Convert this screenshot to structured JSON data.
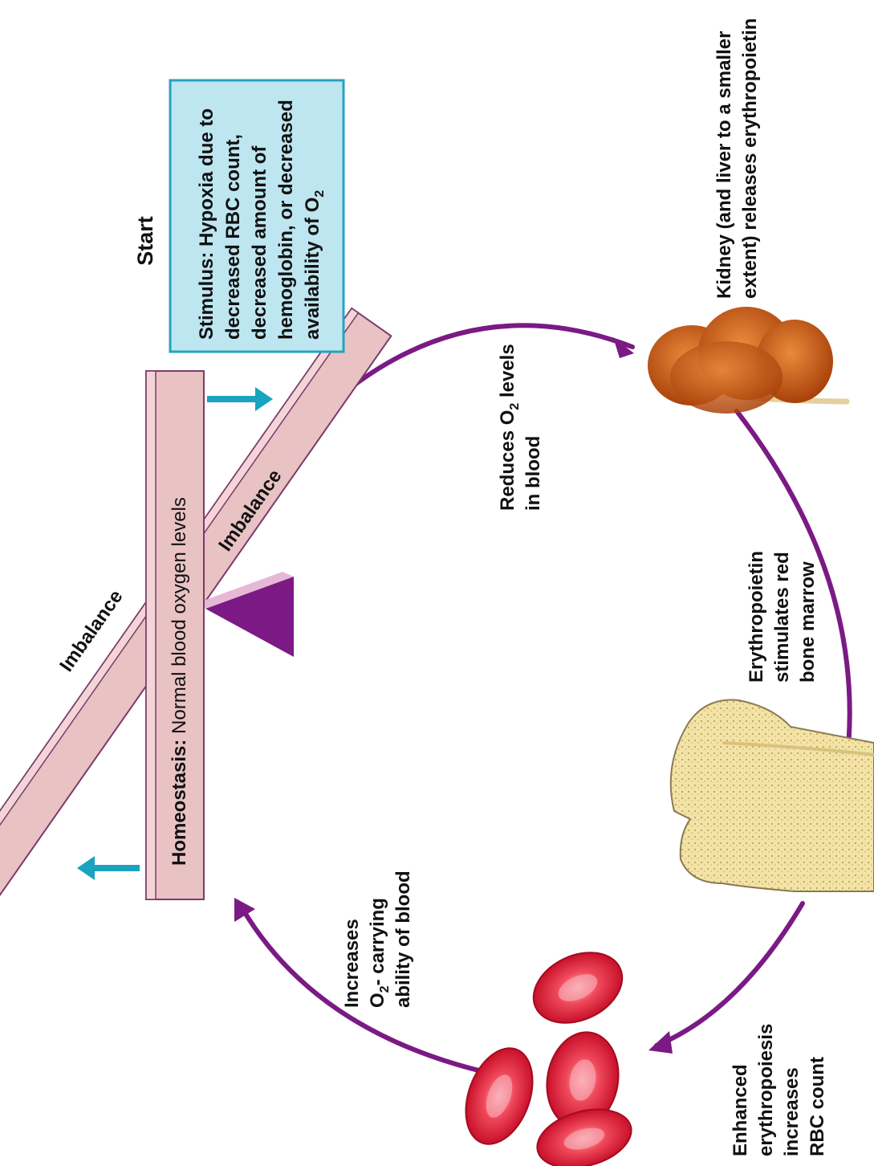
{
  "colors": {
    "cycle_arrow": "#7b1a84",
    "teal_arrow": "#1aa3bf",
    "beam_fill": "#e9c2c4",
    "beam_face": "#f3d5d8",
    "beam_edge": "#7a3a6c",
    "fulcrum": "#7b1a84",
    "stimulus_fill": "#bde6f1",
    "stimulus_border": "#27a3c0",
    "kidney": "#c45610",
    "rbc": "#e8243a",
    "bone": "#f2e3a8"
  },
  "diagram": {
    "start_label": "Start",
    "stimulus": {
      "lines": [
        "Stimulus: Hypoxia due to",
        "decreased RBC count,",
        "decreased amount of",
        "hemoglobin, or decreased",
        "availability of O"
      ],
      "subscript": "2"
    },
    "homeostasis": {
      "bold": "Homeostasis:",
      "rest": " Normal blood oxygen levels"
    },
    "imbalance_left": "Imbalance",
    "imbalance_right": "Imbalance",
    "reduces": {
      "line1_prefix": "Reduces O",
      "line1_sub": "2",
      "line1_suffix": " levels",
      "line2": "in blood"
    },
    "kidney": {
      "line1": "Kidney (and liver to a smaller",
      "line2": "extent) releases erythropoietin"
    },
    "epo": {
      "line1": "Erythropoietin",
      "line2": "stimulates red",
      "line3": "bone marrow"
    },
    "enhanced": {
      "line1": "Enhanced",
      "line2": "erythropoiesis",
      "line3": "increases",
      "line4": "RBC count"
    },
    "increases": {
      "line1": "Increases",
      "line2_prefix": "O",
      "line2_sub": "2",
      "line2_suffix": "- carrying",
      "line3": "ability of blood"
    }
  }
}
